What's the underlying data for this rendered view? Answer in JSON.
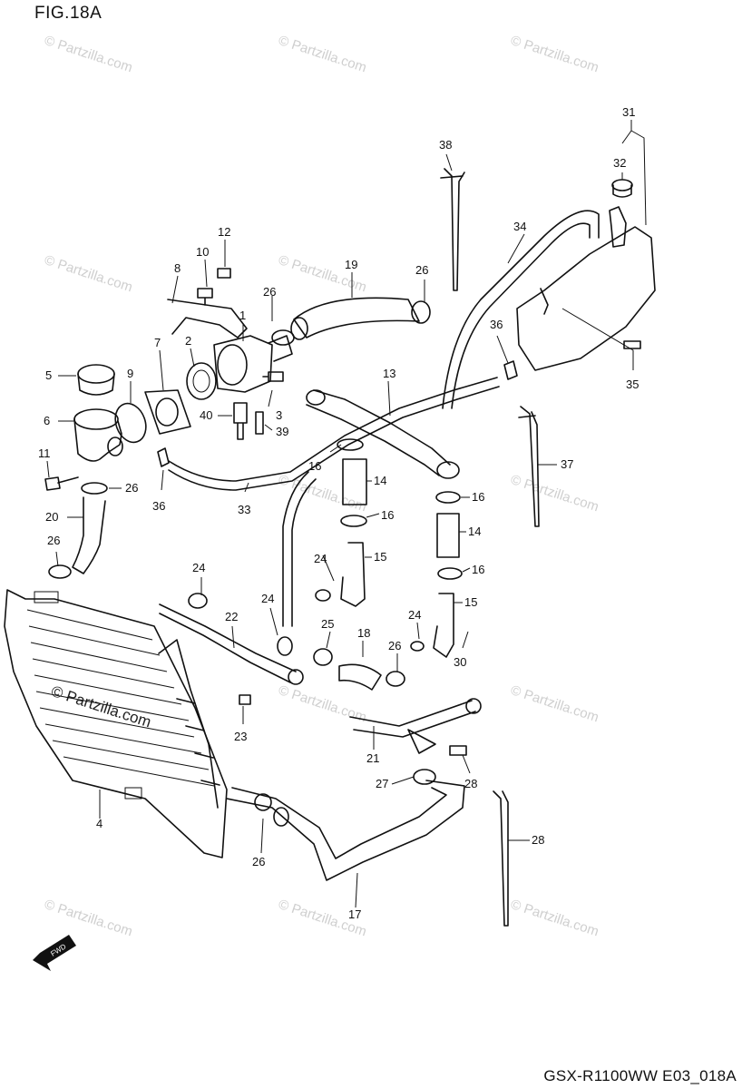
{
  "figure": {
    "title": "FIG.18A",
    "code": "GSX-R1100WW  E03_018A"
  },
  "watermark": {
    "text": "© Partzilla.com",
    "featured_text": "© Partzilla.com"
  },
  "callouts": [
    {
      "id": "c1",
      "label": "1"
    },
    {
      "id": "c2",
      "label": "2"
    },
    {
      "id": "c3",
      "label": "3"
    },
    {
      "id": "c4",
      "label": "4"
    },
    {
      "id": "c5",
      "label": "5"
    },
    {
      "id": "c6",
      "label": "6"
    },
    {
      "id": "c7",
      "label": "7"
    },
    {
      "id": "c8",
      "label": "8"
    },
    {
      "id": "c9",
      "label": "9"
    },
    {
      "id": "c10",
      "label": "10"
    },
    {
      "id": "c11",
      "label": "11"
    },
    {
      "id": "c12",
      "label": "12"
    },
    {
      "id": "c13",
      "label": "13"
    },
    {
      "id": "c14a",
      "label": "14"
    },
    {
      "id": "c14b",
      "label": "14"
    },
    {
      "id": "c15a",
      "label": "15"
    },
    {
      "id": "c15b",
      "label": "15"
    },
    {
      "id": "c16a",
      "label": "16"
    },
    {
      "id": "c16b",
      "label": "16"
    },
    {
      "id": "c16c",
      "label": "16"
    },
    {
      "id": "c16d",
      "label": "16"
    },
    {
      "id": "c17",
      "label": "17"
    },
    {
      "id": "c18",
      "label": "18"
    },
    {
      "id": "c19",
      "label": "19"
    },
    {
      "id": "c20",
      "label": "20"
    },
    {
      "id": "c21",
      "label": "21"
    },
    {
      "id": "c22",
      "label": "22"
    },
    {
      "id": "c23",
      "label": "23"
    },
    {
      "id": "c24a",
      "label": "24"
    },
    {
      "id": "c24b",
      "label": "24"
    },
    {
      "id": "c24c",
      "label": "24"
    },
    {
      "id": "c24d",
      "label": "24"
    },
    {
      "id": "c25",
      "label": "25"
    },
    {
      "id": "c26a",
      "label": "26"
    },
    {
      "id": "c26b",
      "label": "26"
    },
    {
      "id": "c26c",
      "label": "26"
    },
    {
      "id": "c26d",
      "label": "26"
    },
    {
      "id": "c26e",
      "label": "26"
    },
    {
      "id": "c26f",
      "label": "26"
    },
    {
      "id": "c27",
      "label": "27"
    },
    {
      "id": "c28a",
      "label": "28"
    },
    {
      "id": "c28b",
      "label": "28"
    },
    {
      "id": "c30",
      "label": "30"
    },
    {
      "id": "c31",
      "label": "31"
    },
    {
      "id": "c32",
      "label": "32"
    },
    {
      "id": "c33",
      "label": "33"
    },
    {
      "id": "c34",
      "label": "34"
    },
    {
      "id": "c35",
      "label": "35"
    },
    {
      "id": "c36a",
      "label": "36"
    },
    {
      "id": "c36b",
      "label": "36"
    },
    {
      "id": "c37",
      "label": "37"
    },
    {
      "id": "c38",
      "label": "38"
    },
    {
      "id": "c39",
      "label": "39"
    },
    {
      "id": "c40",
      "label": "40"
    }
  ],
  "fwd_indicator": {
    "label": "FWD",
    "icon": "fwd-arrow-icon"
  }
}
